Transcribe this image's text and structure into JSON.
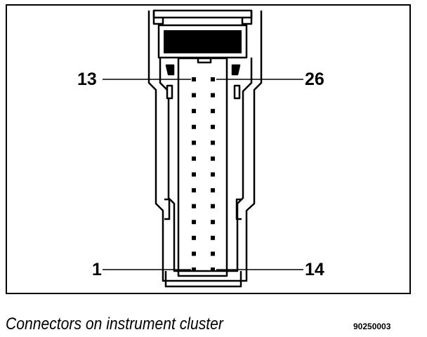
{
  "caption": "Connectors on instrument cluster",
  "figure_code": "90250003",
  "pin_labels": {
    "top_left": "13",
    "top_right": "26",
    "bottom_left": "1",
    "bottom_right": "14"
  },
  "connector": {
    "pins_per_column": 13,
    "columns": 2,
    "line_color": "#000000",
    "background_color": "#ffffff"
  }
}
